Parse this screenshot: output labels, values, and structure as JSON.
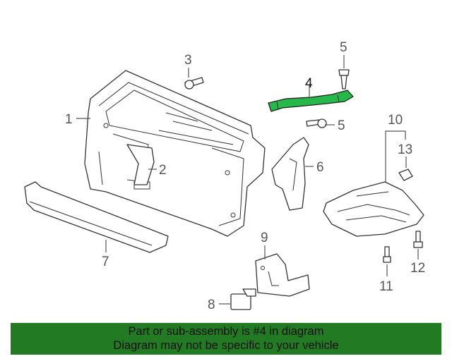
{
  "callouts": [
    {
      "id": "1",
      "text": "1"
    },
    {
      "id": "2",
      "text": "2"
    },
    {
      "id": "3",
      "text": "3"
    },
    {
      "id": "4",
      "text": "4"
    },
    {
      "id": "5a",
      "text": "5"
    },
    {
      "id": "5b",
      "text": "5"
    },
    {
      "id": "6",
      "text": "6"
    },
    {
      "id": "7",
      "text": "7"
    },
    {
      "id": "8",
      "text": "8"
    },
    {
      "id": "9",
      "text": "9"
    },
    {
      "id": "10",
      "text": "10"
    },
    {
      "id": "11",
      "text": "11"
    },
    {
      "id": "12",
      "text": "12"
    },
    {
      "id": "13",
      "text": "13"
    }
  ],
  "highlighted_part": "4",
  "colors": {
    "highlight": "#26b84a",
    "banner": "#227a22",
    "line_art": "#333333"
  },
  "banner": {
    "line1": "Part or sub-assembly is #4 in diagram",
    "line2": "Diagram may not be specific to your vehicle"
  }
}
